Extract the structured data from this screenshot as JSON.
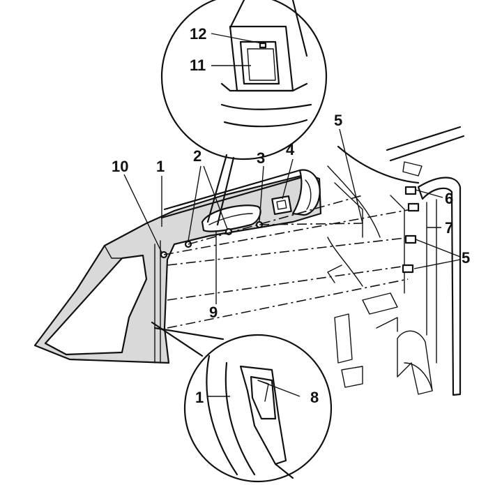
{
  "callouts": {
    "c1": "1",
    "c2": "2",
    "c3": "3",
    "c4": "4",
    "c5_top": "5",
    "c5_right": "5",
    "c6": "6",
    "c7": "7",
    "c8": "8",
    "c9": "9",
    "c10": "10",
    "c11": "11",
    "c12": "12",
    "c1_detail": "1"
  }
}
